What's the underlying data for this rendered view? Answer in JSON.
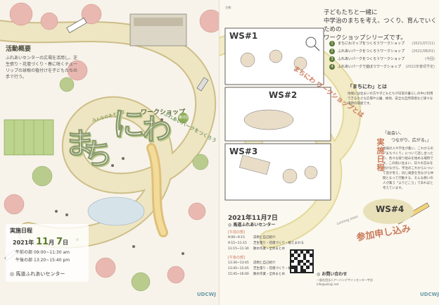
{
  "left": {
    "activity_title": "活動概要",
    "activity_text": "ふれあいセンターの広場を活用し、芝生張り・花壇づくり・春に咲くチューリップの球根の植付けを子どもたちの手で行う。",
    "title_prefix": "ワークショップ",
    "title_badge": "第2回",
    "title_subtitle": "ふれあいパークをつくろう",
    "title_chars": [
      "ま",
      "ち",
      "に",
      "わ"
    ],
    "wavy_caption": "みんなのあそびば",
    "schedule_title": "実施日程",
    "schedule_date_prefix": "2021年",
    "schedule_date_month": "11",
    "schedule_date_month_unit": "月",
    "schedule_date_day": "7",
    "schedule_date_day_unit": "日",
    "schedule_rows": [
      {
        "label": "午前の部",
        "time": "09:00~11:30 am"
      },
      {
        "label": "午後の部",
        "time": "13:20~15:40 pm"
      }
    ],
    "venue_icon_label": "◎",
    "venue": "馬道ふれあいセンター",
    "logo": "UDCWJ"
  },
  "right": {
    "organizer": [
      "主催：",
      "",
      "",
      "",
      ""
    ],
    "intro_title_line1": "子どもたちと一緒に",
    "intro_title_line2": "中学治のまちを考え、つくり、育んでいくための",
    "intro_title_line3": "ワークショップシリーズです。",
    "ws_items": [
      {
        "num": "1",
        "name": "まちにわマップをつくろうワークショップ",
        "date": "(2021/07/11)"
      },
      {
        "num": "2",
        "name": "ふれあいパークをつくろうワークショップ",
        "date": "(2021/08/01)"
      },
      {
        "num": "3",
        "name": "ふれあいパークをつくろうワークショップ",
        "date": "(今回)"
      },
      {
        "num": "4",
        "name": "ふれあいパークで遊ぼうワークショップ",
        "date": "(2022年春頃予定)"
      }
    ],
    "machi_intro_title": "「まちにわ」とは",
    "machi_text": "地域には住まいの方や子どもたちが日常の暮らしの中に利用できる小さな広場や公園、緑地、安全な自然環境など様々な場所の取組です。",
    "quote1": "「出会い、",
    "quote2": "つながり、広がる。」",
    "more_text": "地域の人や学生が集い、これからの「まちづくり」について話し合ったり、色々な取り組みを始める場所です。この街に住まい、日々の営みを続けながら、宇治のこれからについて皆が考え、同じ風景を見ながら仲間となって行動する、そんな想いの人が集う「よりどころ」であればと考えています。",
    "vertical_sched": "実施日程",
    "apply_label": "参加申し込み",
    "coming_soon": "coming soon",
    "ws_labels": [
      "WS#1",
      "WS#2",
      "WS#3",
      "WS#4"
    ],
    "workshop_subtitle": "まちにわ ワークショップとは",
    "date": "2021年11月7日",
    "venue": "◎ 馬道ふれあいセンター",
    "morning_label": "[午前の部]",
    "morning_rows": [
      {
        "time": "9:00~9:15",
        "desc": "説明と自己紹介"
      },
      {
        "time": "9:15~11:15",
        "desc": "芝生張り・花壇づくり・植えまわる"
      },
      {
        "time": "11:15~11:30",
        "desc": "散水作業・全体まとめ"
      }
    ],
    "afternoon_label": "[午後の部]",
    "afternoon_rows": [
      {
        "time": "13:30~13:45",
        "desc": "説明と自己紹介"
      },
      {
        "time": "13:45~15:45",
        "desc": "芝生張り・花壇づくり・植えまわる"
      },
      {
        "time": "15:45~16:00",
        "desc": "散水作業・全体まとめ"
      }
    ],
    "qr_note": "",
    "contact_title": "◎ お問い合わせ",
    "contact_text": "一般社団法人アーバンデザインセンター宇治 info@udcuji.net",
    "logo": "UDCWJ"
  },
  "colors": {
    "accent_green": "#5a7a3a",
    "accent_orange": "#c97a5a",
    "road": "#e8dfb5",
    "road_stroke": "#cdbe88",
    "tree_pink": "#e9b8b0",
    "lawn": "#bcd48d"
  }
}
